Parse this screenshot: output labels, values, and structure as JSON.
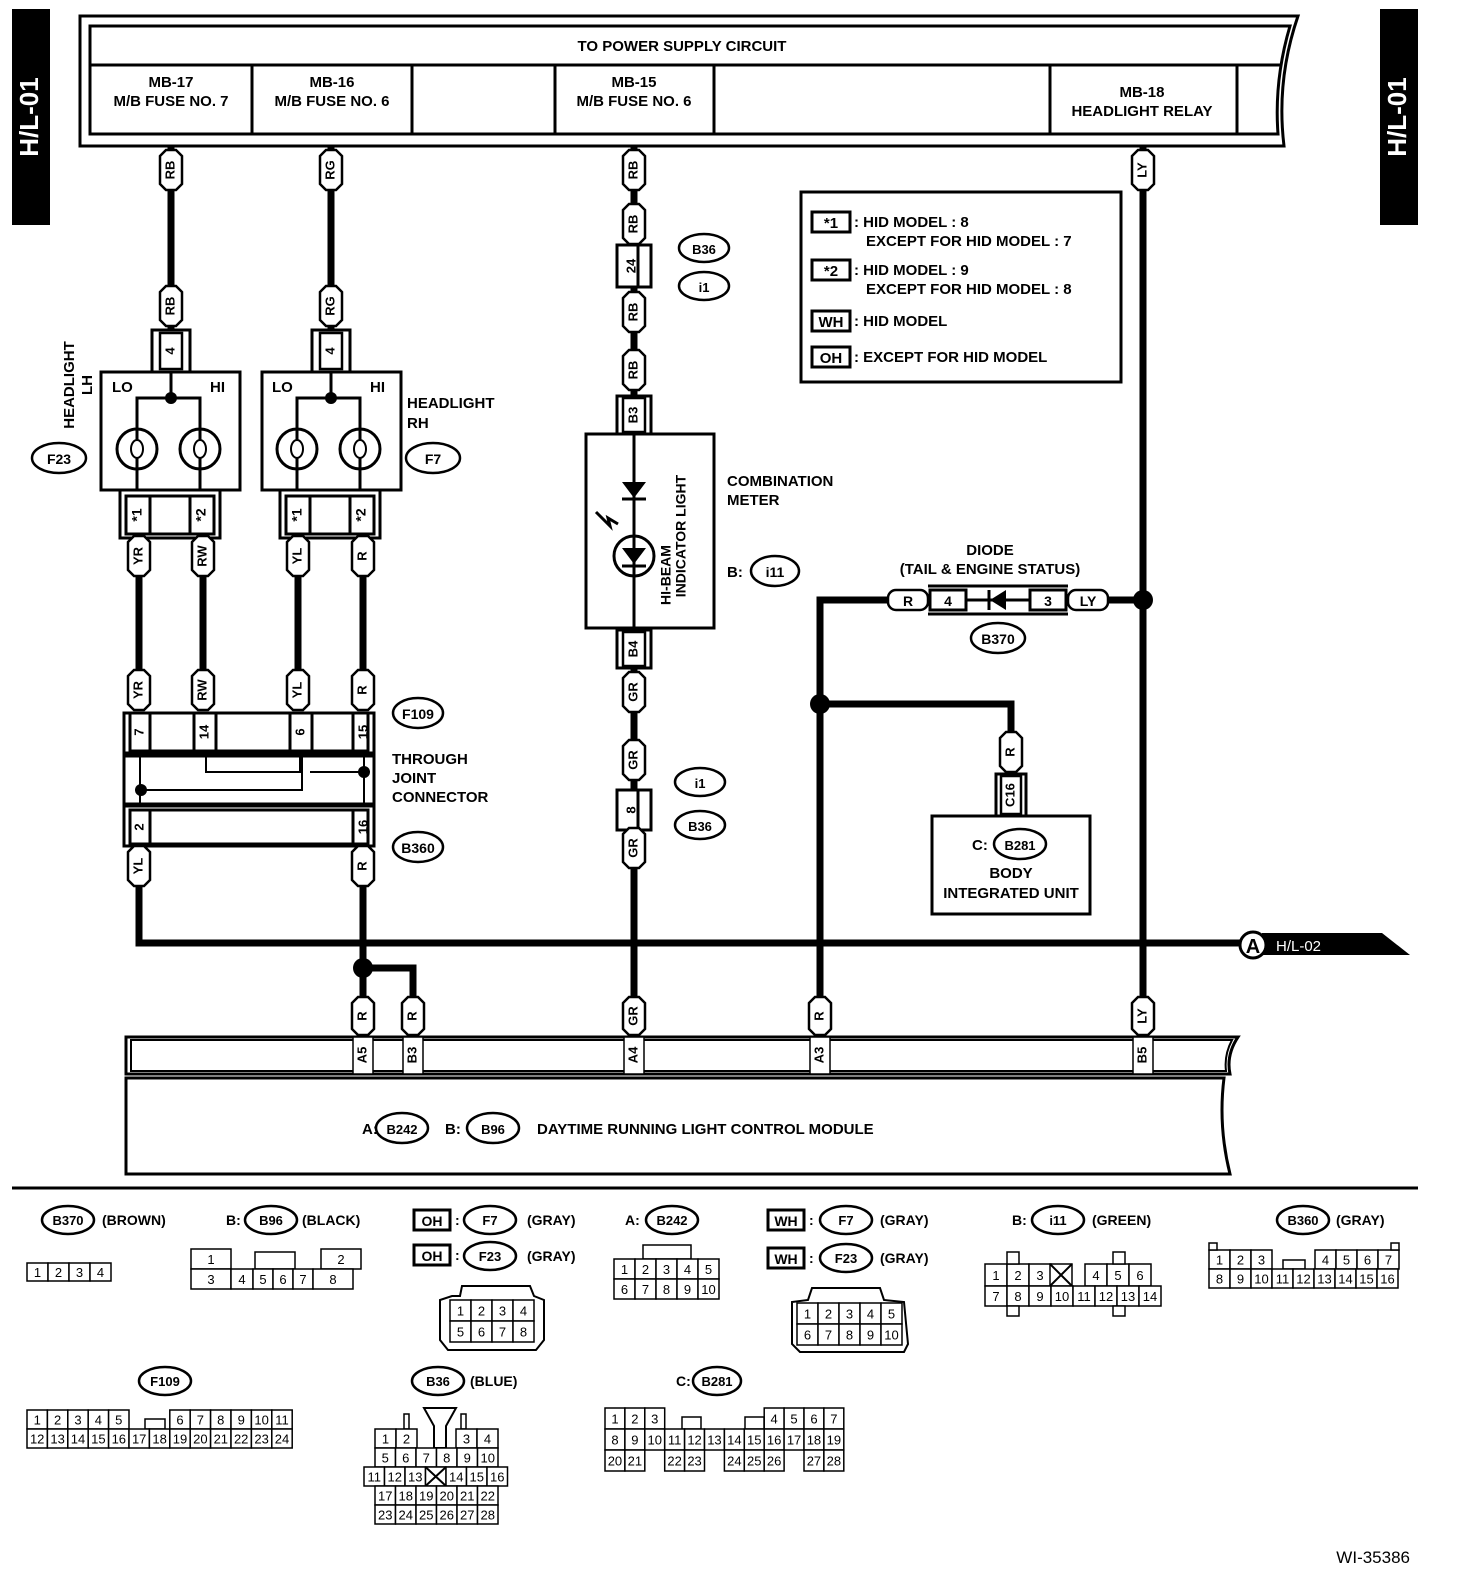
{
  "page": {
    "side_tab_left": "H/L-01",
    "side_tab_right": "H/L-01",
    "figure_id": "WI-35386"
  },
  "power_supply": {
    "title": "TO POWER SUPPLY CIRCUIT",
    "cells": [
      {
        "code": "MB-17",
        "name": "M/B FUSE NO. 7"
      },
      {
        "code": "MB-16",
        "name": "M/B FUSE NO. 6"
      },
      {
        "code": "",
        "name": ""
      },
      {
        "code": "MB-15",
        "name": "M/B FUSE NO. 6"
      },
      {
        "code": "",
        "name": ""
      },
      {
        "code": "MB-18",
        "name": "HEADLIGHT RELAY"
      }
    ]
  },
  "legend": {
    "items": [
      {
        "key": "*1",
        "lines": [
          ": HID MODEL  : 8",
          "EXCEPT FOR HID MODEL  : 7"
        ]
      },
      {
        "key": "*2",
        "lines": [
          ": HID MODEL  : 9",
          "EXCEPT FOR HID MODEL  : 8"
        ]
      },
      {
        "key": "WH",
        "lines": [
          ": HID MODEL"
        ]
      },
      {
        "key": "OH",
        "lines": [
          ": EXCEPT FOR HID MODEL"
        ]
      }
    ]
  },
  "headlight_lh": {
    "label_line1": "HEADLIGHT",
    "label_line2": "LH",
    "connector": "F23",
    "pin_top": "4",
    "lo": "LO",
    "hi": "HI",
    "pin_lo": "*1",
    "pin_hi": "*2",
    "wire_in": "RB",
    "wire_in2": "RB",
    "wire_lo": "YR",
    "wire_hi": "RW"
  },
  "headlight_rh": {
    "label_line1": "HEADLIGHT",
    "label_line2": "RH",
    "connector": "F7",
    "pin_top": "4",
    "lo": "LO",
    "hi": "HI",
    "pin_lo": "*1",
    "pin_hi": "*2",
    "wire_in": "RG",
    "wire_in2": "RG",
    "wire_lo": "YL",
    "wire_hi": "R"
  },
  "meter": {
    "label_line1": "COMBINATION",
    "label_line2": "METER",
    "indicator_line1": "HI-BEAM",
    "indicator_line2": "INDICATOR LIGHT",
    "conn_prefix": "B:",
    "connector": "i11",
    "pin_in": "B3",
    "pin_out": "B4",
    "wire_top": [
      "RB",
      "RB",
      "RB",
      "RB"
    ],
    "wire_bottom": [
      "GR",
      "GR",
      "GR"
    ],
    "joint_upper": {
      "pin": "24",
      "conn_a": "B36",
      "conn_b": "i1"
    },
    "joint_lower": {
      "pin": "8",
      "conn_a": "i1",
      "conn_b": "B36"
    }
  },
  "diode": {
    "label_line1": "DIODE",
    "label_line2": "(TAIL & ENGINE STATUS)",
    "connector": "B370",
    "wire_left": "R",
    "pin_left": "4",
    "pin_right": "3",
    "wire_right": "LY"
  },
  "relay_wire": "LY",
  "joint_connector": {
    "label_line1": "THROUGH",
    "label_line2": "JOINT",
    "label_line3": "CONNECTOR",
    "upper_connector": "F109",
    "lower_connector": "B360",
    "upper_pins": [
      "7",
      "14",
      "6",
      "15"
    ],
    "upper_wires": [
      "YR",
      "RW",
      "YL",
      "R"
    ],
    "lower_pins": [
      "2",
      "16"
    ],
    "lower_wires": [
      "YL",
      "R"
    ]
  },
  "biu": {
    "conn_prefix": "C:",
    "connector": "B281",
    "label_line1": "BODY",
    "label_line2": "INTEGRATED UNIT",
    "pin": "C16",
    "wire": "R"
  },
  "offpage": {
    "letter": "A",
    "ref": "H/L-02"
  },
  "drl_module": {
    "label": "DAYTIME RUNNING LIGHT CONTROL MODULE",
    "conn_a_prefix": "A:",
    "conn_a": "B242",
    "conn_b_prefix": "B:",
    "conn_b": "B96",
    "pins": [
      {
        "pin": "A5",
        "wire": "R"
      },
      {
        "pin": "B3",
        "wire": "R"
      },
      {
        "pin": "A4",
        "wire": "GR"
      },
      {
        "pin": "A3",
        "wire": "R"
      },
      {
        "pin": "B5",
        "wire": "LY"
      }
    ]
  },
  "connector_views": [
    {
      "id": "B370",
      "prefix": "",
      "color": "(BROWN)",
      "rows": [
        [
          "1",
          "2",
          "3",
          "4"
        ]
      ]
    },
    {
      "id": "B96",
      "prefix": "B:",
      "color": "(BLACK)",
      "rows": [
        [
          "1",
          "2"
        ],
        [
          "3",
          "4",
          "5",
          "6",
          "7",
          "8"
        ]
      ]
    },
    {
      "id": "F7",
      "prefix": "",
      "tag": "OH",
      "color": "(GRAY)",
      "id2": "F23",
      "tag2": "OH",
      "color2": "(GRAY)",
      "rows": [
        [
          "1",
          "2",
          "3",
          "4"
        ],
        [
          "5",
          "6",
          "7",
          "8"
        ]
      ]
    },
    {
      "id": "B242",
      "prefix": "A:",
      "color": "",
      "rows": [
        [
          "1",
          "2",
          "3",
          "4",
          "5"
        ],
        [
          "6",
          "7",
          "8",
          "9",
          "10"
        ]
      ]
    },
    {
      "id": "F7",
      "prefix": "",
      "tag": "WH",
      "color": "(GRAY)",
      "id2": "F23",
      "tag2": "WH",
      "color2": "(GRAY)",
      "rows": [
        [
          "1",
          "2",
          "3",
          "4",
          "5"
        ],
        [
          "6",
          "7",
          "8",
          "9",
          "10"
        ]
      ]
    },
    {
      "id": "i11",
      "prefix": "B:",
      "color": "(GREEN)",
      "rows": [
        [
          "1",
          "2",
          "3",
          "X",
          "4",
          "5",
          "6"
        ],
        [
          "7",
          "8",
          "9",
          "10",
          "11",
          "12",
          "13",
          "14"
        ]
      ]
    },
    {
      "id": "B360",
      "prefix": "",
      "color": "(GRAY)",
      "rows": [
        [
          "1",
          "2",
          "3",
          "4",
          "5",
          "6",
          "7"
        ],
        [
          "8",
          "9",
          "10",
          "11",
          "12",
          "13",
          "14",
          "15",
          "16"
        ]
      ]
    },
    {
      "id": "F109",
      "prefix": "",
      "color": "",
      "rows": [
        [
          "1",
          "2",
          "3",
          "4",
          "5",
          "6",
          "7",
          "8",
          "9",
          "10",
          "11"
        ],
        [
          "12",
          "13",
          "14",
          "15",
          "16",
          "17",
          "18",
          "19",
          "20",
          "21",
          "22",
          "23",
          "24"
        ]
      ]
    },
    {
      "id": "B36",
      "prefix": "",
      "color": "(BLUE)",
      "rows": [
        [
          "1",
          "2",
          "3",
          "4"
        ],
        [
          "5",
          "6",
          "7",
          "8",
          "9",
          "10"
        ],
        [
          "11",
          "12",
          "13",
          "X",
          "14",
          "15",
          "16"
        ],
        [
          "17",
          "18",
          "19",
          "20",
          "21",
          "22"
        ],
        [
          "23",
          "24",
          "25",
          "26",
          "27",
          "28"
        ]
      ]
    },
    {
      "id": "B281",
      "prefix": "C:",
      "color": "",
      "rows": [
        [
          "1",
          "2",
          "3",
          "4",
          "5",
          "6",
          "7"
        ],
        [
          "8",
          "9",
          "10",
          "11",
          "12",
          "13",
          "14",
          "15",
          "16",
          "17",
          "18",
          "19"
        ],
        [
          "20",
          "21",
          "22",
          "23",
          "24",
          "25",
          "26",
          "27",
          "28"
        ]
      ]
    }
  ]
}
